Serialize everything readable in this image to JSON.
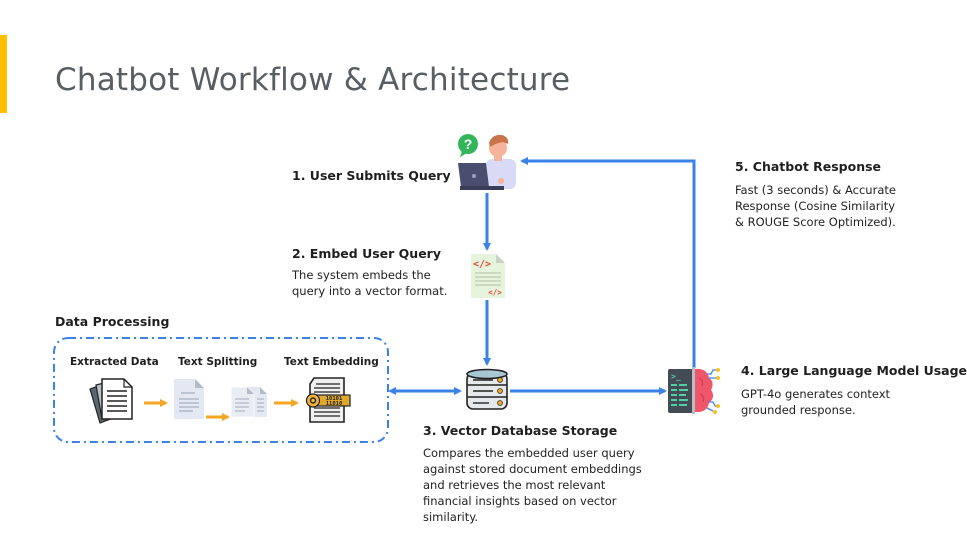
{
  "slide": {
    "title": "Chatbot Workflow & Architecture",
    "accent_color": "#FFC000",
    "flow_color": "#3B82E6",
    "sub_flow_color": "#F5A623"
  },
  "steps": [
    {
      "id": 1,
      "heading": "1. User Submits Query",
      "description": "",
      "icon": "user-laptop-question-icon"
    },
    {
      "id": 2,
      "heading": "2. Embed User Query",
      "description_lines": [
        "The system embeds the",
        "query into a vector format."
      ],
      "icon": "code-document-icon"
    },
    {
      "id": 3,
      "heading": "3. Vector Database Storage",
      "description_lines": [
        "Compares the embedded user query",
        "against stored document embeddings",
        "and retrieves the most relevant",
        "financial insights based on vector",
        "similarity."
      ],
      "icon": "database-icon"
    },
    {
      "id": 4,
      "heading": "4. Large Language Model Usage",
      "description_lines": [
        "GPT-4o generates context",
        "grounded response."
      ],
      "icon": "ai-brain-terminal-icon"
    },
    {
      "id": 5,
      "heading": "5. Chatbot Response",
      "description_lines": [
        "Fast (3 seconds) & Accurate",
        "Response (Cosine Similarity",
        "& ROUGE Score Optimized)."
      ],
      "icon": ""
    }
  ],
  "data_processing": {
    "heading": "Data Processing",
    "stages": [
      {
        "label": "Extracted Data",
        "icon": "document-stack-icon"
      },
      {
        "label": "Text Splitting",
        "icon": "split-documents-icon"
      },
      {
        "label": "Text Embedding",
        "icon": "binary-embedding-document-icon"
      }
    ]
  }
}
